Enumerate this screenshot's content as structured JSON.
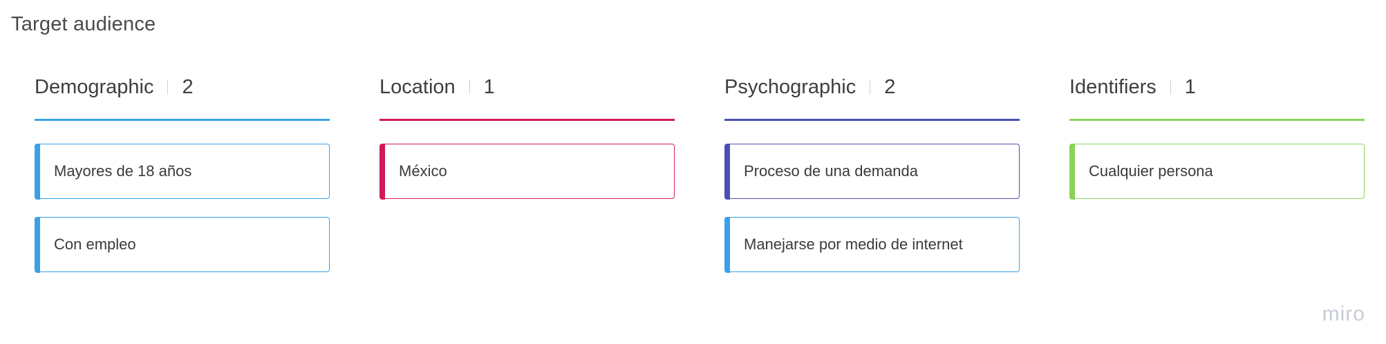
{
  "board": {
    "title": "Target audience"
  },
  "columns": [
    {
      "name": "Demographic",
      "count": "2",
      "color": "#3aa0e8",
      "cards": [
        {
          "text": "Mayores de 18 años",
          "color": "#3aa0e8"
        },
        {
          "text": "Con empleo",
          "color": "#3aa0e8"
        }
      ]
    },
    {
      "name": "Location",
      "count": "1",
      "color": "#d1195e",
      "cards": [
        {
          "text": "México",
          "color": "#d1195e"
        }
      ]
    },
    {
      "name": "Psychographic",
      "count": "2",
      "color": "#4b4fb3",
      "cards": [
        {
          "text": "Proceso de una demanda",
          "color": "#4b4fb3"
        },
        {
          "text": "Manejarse por medio de internet",
          "color": "#3aa0e8"
        }
      ]
    },
    {
      "name": "Identifiers",
      "count": "1",
      "color": "#8bd25a",
      "cards": [
        {
          "text": "Cualquier persona",
          "color": "#8bd25a"
        }
      ]
    }
  ],
  "branding": {
    "logo_text": "miro"
  }
}
